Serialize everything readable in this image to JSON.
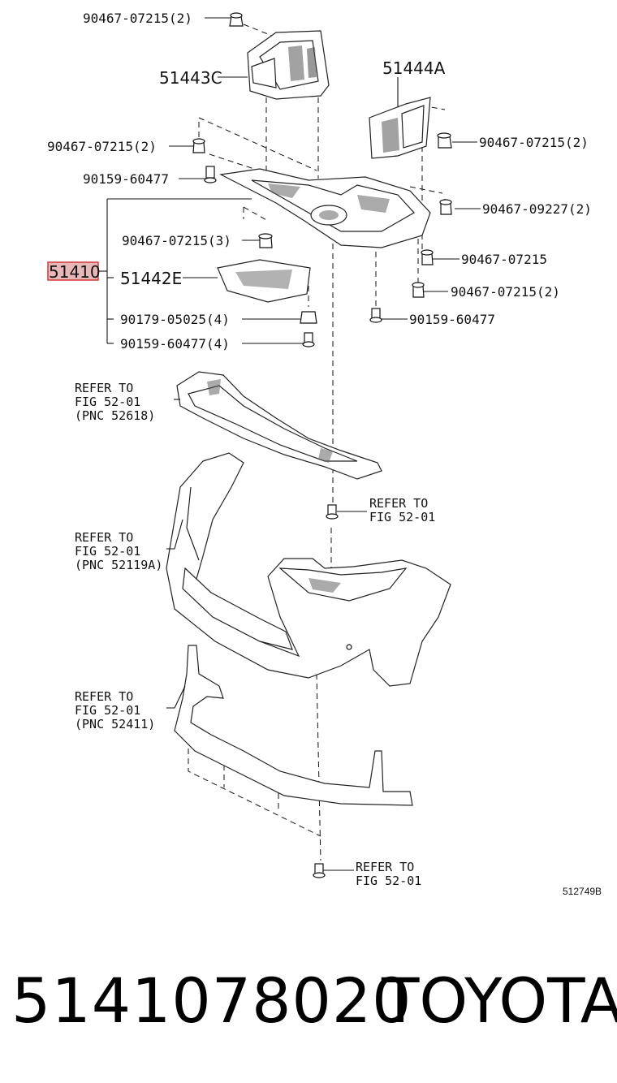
{
  "labels": {
    "c1": "90467-07215(2)",
    "p51443c": "51443C",
    "p51444a": "51444A",
    "c2": "90467-07215(2)",
    "c3": "90467-07215(2)",
    "s1": "90159-60477",
    "c4": "90467-09227(2)",
    "c5": "90467-07215(3)",
    "c6": "90467-07215",
    "assy": "51410",
    "p51442e": "51442E",
    "c7": "90467-07215(2)",
    "n1": "90179-05025(4)",
    "s2": "90159-60477",
    "s3": "90159-60477(4)"
  },
  "refs": [
    {
      "line1": "REFER TO",
      "line2": "FIG 52-01",
      "line3": "(PNC 52618)"
    },
    {
      "line1": "REFER TO",
      "line2": "FIG 52-01"
    },
    {
      "line1": "REFER TO",
      "line2": "FIG 52-01",
      "line3": "(PNC 52119A)"
    },
    {
      "line1": "REFER TO",
      "line2": "FIG 52-01",
      "line3": "(PNC 52411)"
    },
    {
      "line1": "REFER TO",
      "line2": "FIG 52-01"
    }
  ],
  "diagram_id": "512749B",
  "footer": {
    "part_number": "5141078020",
    "brand": "TOYOTA"
  },
  "colors": {
    "highlight_fill": "#e8b8b8",
    "highlight_stroke": "#d23a3a"
  }
}
